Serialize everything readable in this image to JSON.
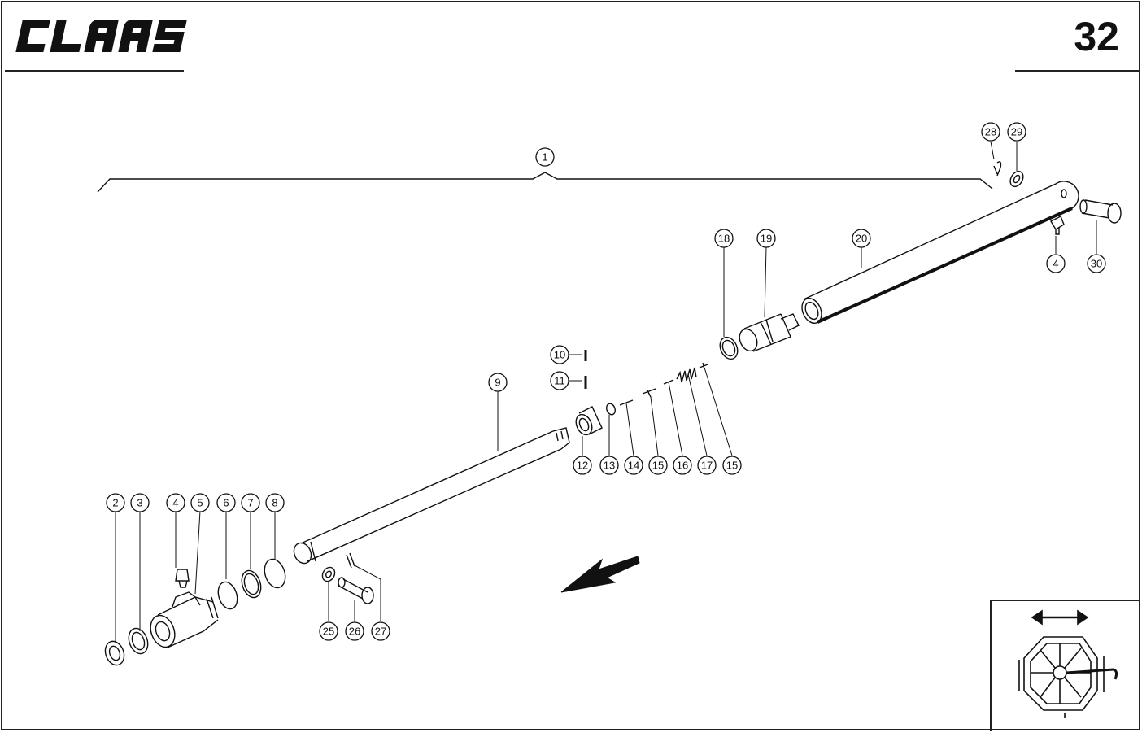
{
  "header": {
    "brand": "CLAAS",
    "page_number": "32"
  },
  "callouts": [
    {
      "id": "c1",
      "label": "1"
    },
    {
      "id": "c2",
      "label": "2"
    },
    {
      "id": "c3",
      "label": "3"
    },
    {
      "id": "c4a",
      "label": "4"
    },
    {
      "id": "c5",
      "label": "5"
    },
    {
      "id": "c6",
      "label": "6"
    },
    {
      "id": "c7",
      "label": "7"
    },
    {
      "id": "c8",
      "label": "8"
    },
    {
      "id": "c9",
      "label": "9"
    },
    {
      "id": "c10",
      "label": "10"
    },
    {
      "id": "c11",
      "label": "11"
    },
    {
      "id": "c12",
      "label": "12"
    },
    {
      "id": "c13",
      "label": "13"
    },
    {
      "id": "c14",
      "label": "14"
    },
    {
      "id": "c15a",
      "label": "15"
    },
    {
      "id": "c16",
      "label": "16"
    },
    {
      "id": "c17",
      "label": "17"
    },
    {
      "id": "c15b",
      "label": "15"
    },
    {
      "id": "c18",
      "label": "18"
    },
    {
      "id": "c19",
      "label": "19"
    },
    {
      "id": "c20",
      "label": "20"
    },
    {
      "id": "c25",
      "label": "25"
    },
    {
      "id": "c26",
      "label": "26"
    },
    {
      "id": "c27",
      "label": "27"
    },
    {
      "id": "c28",
      "label": "28"
    },
    {
      "id": "c29",
      "label": "29"
    },
    {
      "id": "c4b",
      "label": "4"
    },
    {
      "id": "c30",
      "label": "30"
    }
  ],
  "icons": {
    "direction_arrow": "arrow-down-left-icon",
    "inset_arrow": "double-arrow-horizontal-icon",
    "inset_machine": "reel-location-icon"
  },
  "colors": {
    "ink": "#111111",
    "paper": "#ffffff"
  }
}
